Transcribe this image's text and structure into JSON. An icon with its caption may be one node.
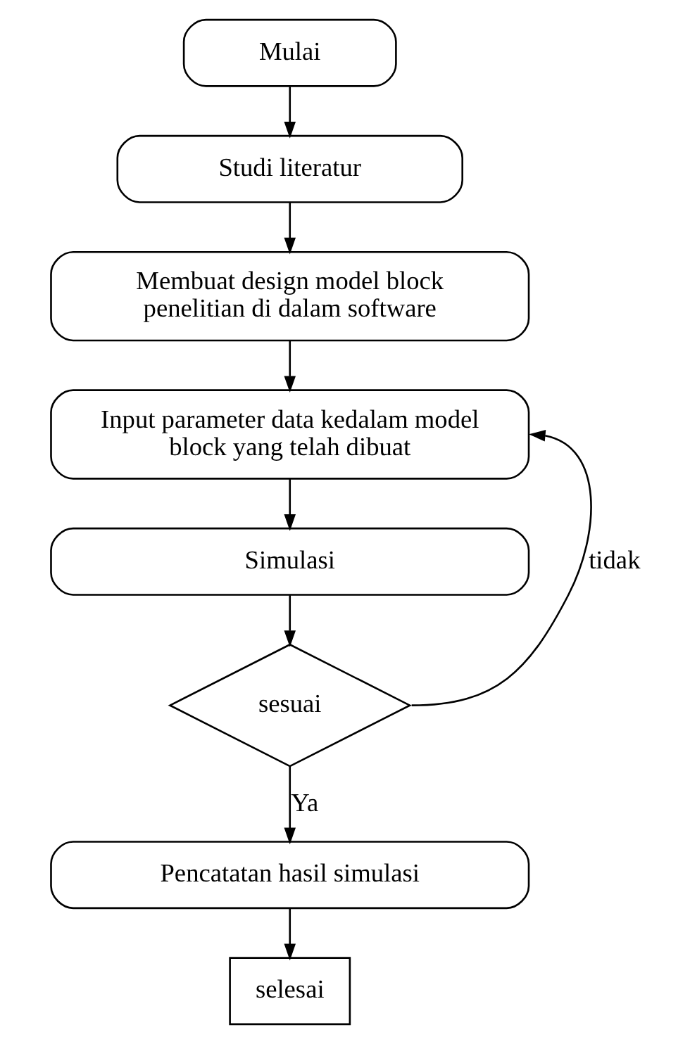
{
  "diagram": {
    "nodes": [
      {
        "text": [
          "Mulai"
        ]
      },
      {
        "text": [
          "Studi literatur"
        ]
      },
      {
        "text": [
          "Membuat design model block penelitian di dalam software"
        ]
      },
      {
        "text": [
          "Input parameter data kedalam model block yang telah dibuat"
        ]
      },
      {
        "text": [
          "Simulasi"
        ]
      },
      {
        "text": [
          "sesuai"
        ]
      },
      {
        "text": [
          "Pencatatan hasil simulasi"
        ]
      },
      {
        "text": [
          "selesai"
        ]
      }
    ],
    "edges": [
      {
        "from": 0,
        "to": 1,
        "arrow": "to"
      },
      {
        "from": 1,
        "to": 2,
        "arrow": "to"
      },
      {
        "from": 2,
        "to": 3,
        "arrow": "to"
      },
      {
        "from": 3,
        "to": 4,
        "arrow": "to"
      },
      {
        "from": 4,
        "to": 5,
        "arrow": "to"
      },
      {
        "from": 5,
        "to": 6,
        "arrow": "to",
        "label": "Ya"
      },
      {
        "from": 5,
        "to": 3,
        "arrow": "to",
        "label": "tidak"
      },
      {
        "from": 6,
        "to": 7,
        "arrow": "to"
      }
    ]
  }
}
